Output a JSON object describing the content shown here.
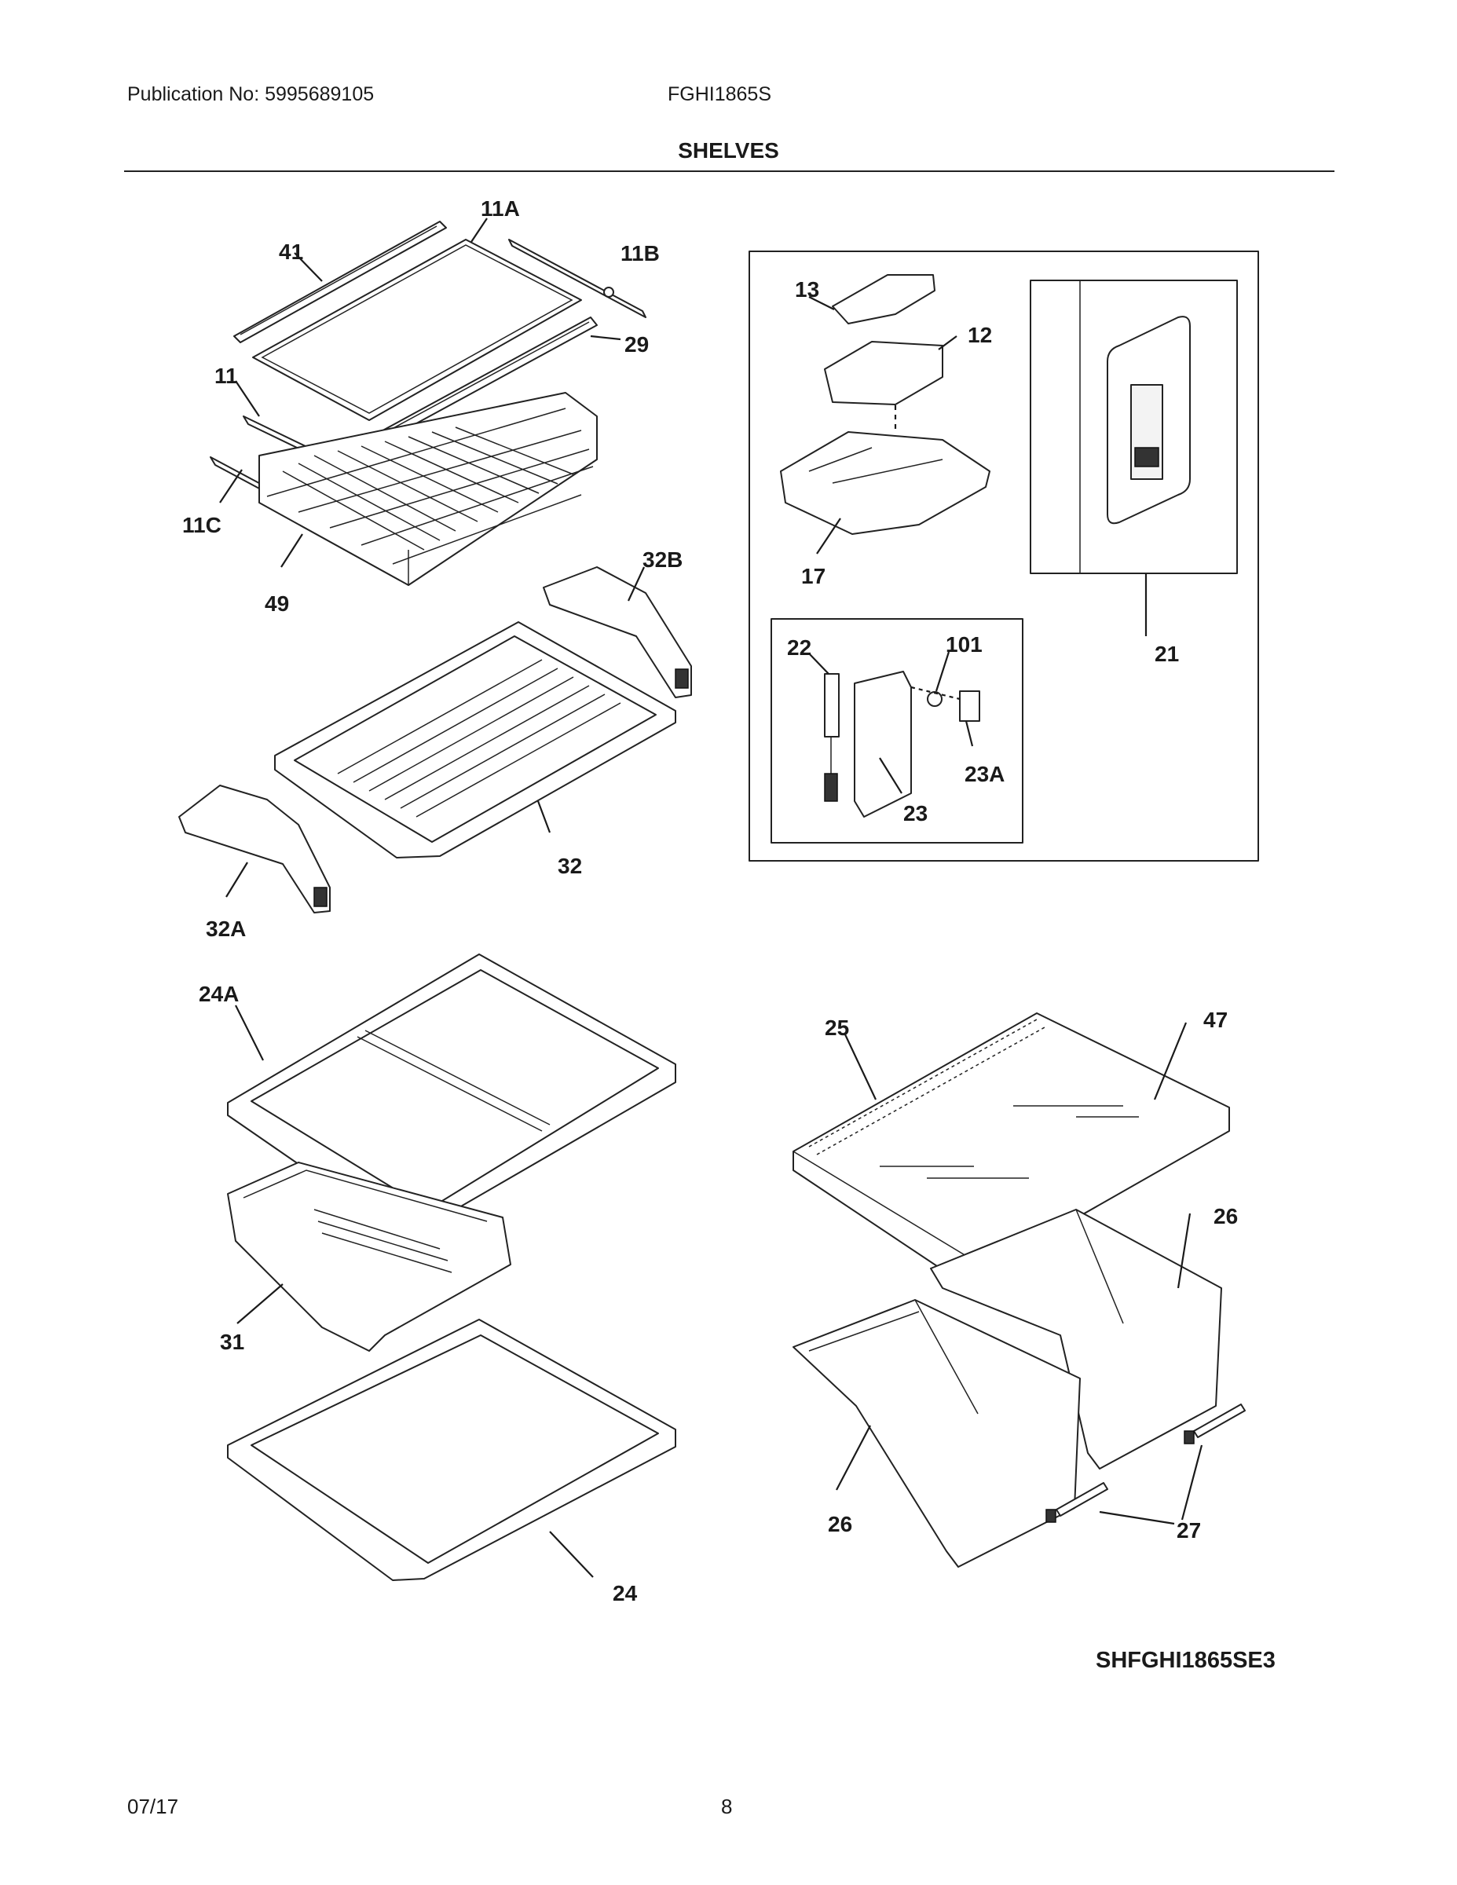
{
  "header": {
    "publication": "Publication No: 5995689105",
    "model": "FGHI1865S",
    "title": "SHELVES"
  },
  "callouts": {
    "c41": "41",
    "c11A": "11A",
    "c11B": "11B",
    "c29": "29",
    "c11": "11",
    "c11C": "11C",
    "c49": "49",
    "c32B": "32B",
    "c32": "32",
    "c32A": "32A",
    "c13": "13",
    "c12": "12",
    "c17": "17",
    "c21": "21",
    "c22": "22",
    "c101": "101",
    "c23A": "23A",
    "c23": "23",
    "c24A": "24A",
    "c31": "31",
    "c24": "24",
    "c25": "25",
    "c47": "47",
    "c26a": "26",
    "c26b": "26",
    "c27": "27"
  },
  "footer": {
    "diagram_code": "SHFGHI1865SE3",
    "date": "07/17",
    "page": "8"
  }
}
